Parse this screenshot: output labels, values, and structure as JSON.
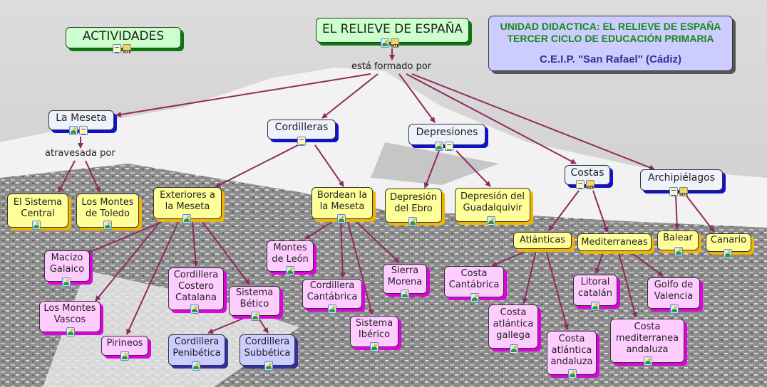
{
  "title": "EL RELIEVE DE ESPAÑA",
  "activities": "ACTIVIDADES",
  "info": {
    "line1": "UNIDAD DIDACTICA: EL RELIEVE DE ESPAÑA",
    "line2": "TERCER CICLO DE EDUCACIÓN PRIMARIA",
    "line3": "C.E.I.P. \"San Rafael\" (Cádiz)"
  },
  "phrases": {
    "formed_by": "está formado por",
    "crossed_by": "atravesada por"
  },
  "nodes": {
    "meseta": "La Meseta",
    "cordilleras": "Cordilleras",
    "depresiones": "Depresiones",
    "costas": "Costas",
    "archipielagos": "Archipiélagos",
    "sistema_central": "El Sistema\nCentral",
    "montes_toledo": "Los Montes\nde Toledo",
    "exteriores": "Exteriores a\nla Meseta",
    "bordean": "Bordean la\nla Meseta",
    "ebro": "Depresión\ndel Ebro",
    "guadalquivir": "Depresión del\nGuadalquivir",
    "atlanticas": "Atlánticas",
    "mediterraneas": "Mediterraneas",
    "balear": "Balear",
    "canario": "Canario",
    "macizo_galaico": "Macizo\nGalaico",
    "montes_vascos": "Los Montes\nVascos",
    "pirineos": "Pirineos",
    "costero_catalana": "Cordillera\nCostero\nCatalana",
    "sistema_betico": "Sistema\nBético",
    "montes_leon": "Montes\nde León",
    "cantabrica": "Cordillera\nCantábrica",
    "iberico": "Sistema\nIbérico",
    "sierra_morena": "Sierra\nMorena",
    "costa_cantabrica": "Costa\nCantábrica",
    "costa_gallega": "Costa\natlántica\ngallega",
    "costa_atl_andaluza": "Costa\natlántica\nandaluza",
    "litoral_catalan": "Litoral\ncatalán",
    "golfo_valencia": "Golfo de\nValencia",
    "costa_med_andaluza": "Costa\nmediterranea\nandaluza",
    "penibetica": "Cordillera\nPenibética",
    "subbetica": "Cordillera\nSubbética"
  },
  "colors": {
    "arrow": "#8e2a62",
    "green": "#ccffcc",
    "yellow": "#ffff99",
    "pink": "#ffccff",
    "lavender": "#ccccff"
  }
}
